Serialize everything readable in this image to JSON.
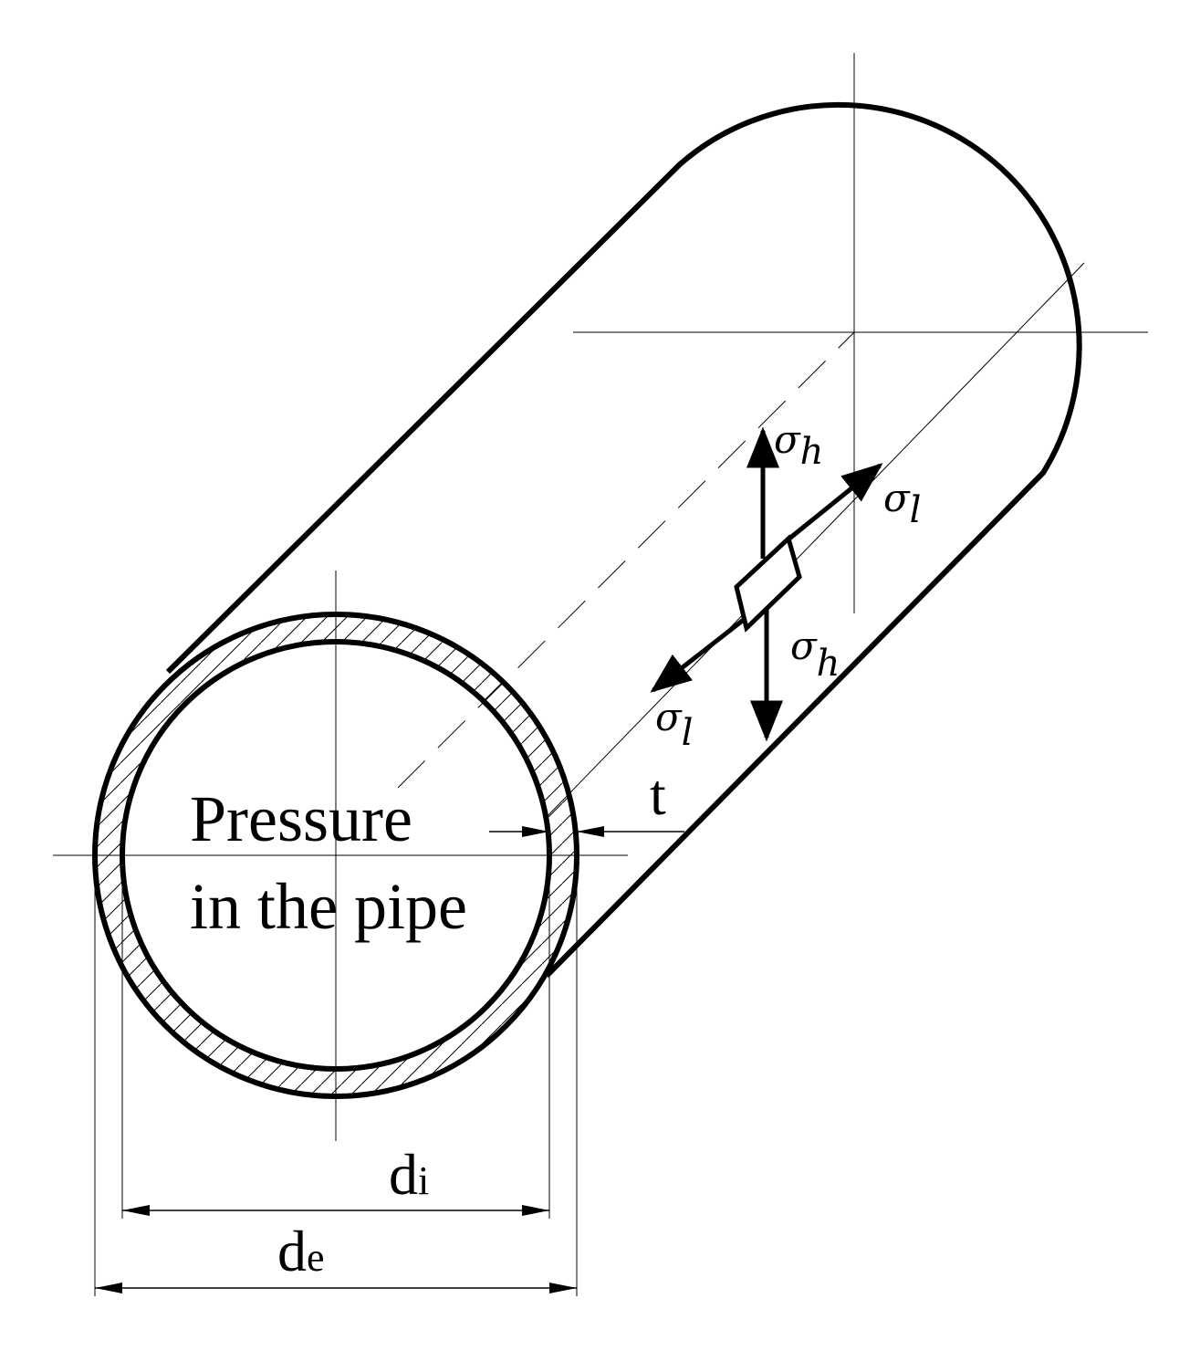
{
  "labels": {
    "pressure_line1": "Pressure",
    "pressure_line2": "in the pipe",
    "thickness": "t",
    "inner_diameter_main": "d",
    "inner_diameter_sub": "i",
    "outer_diameter_main": "d",
    "outer_diameter_sub": "e",
    "sigma": "σ",
    "hoop_sub": "h",
    "long_sub": "l"
  },
  "colors": {
    "stroke": "#000000",
    "background": "#ffffff"
  }
}
